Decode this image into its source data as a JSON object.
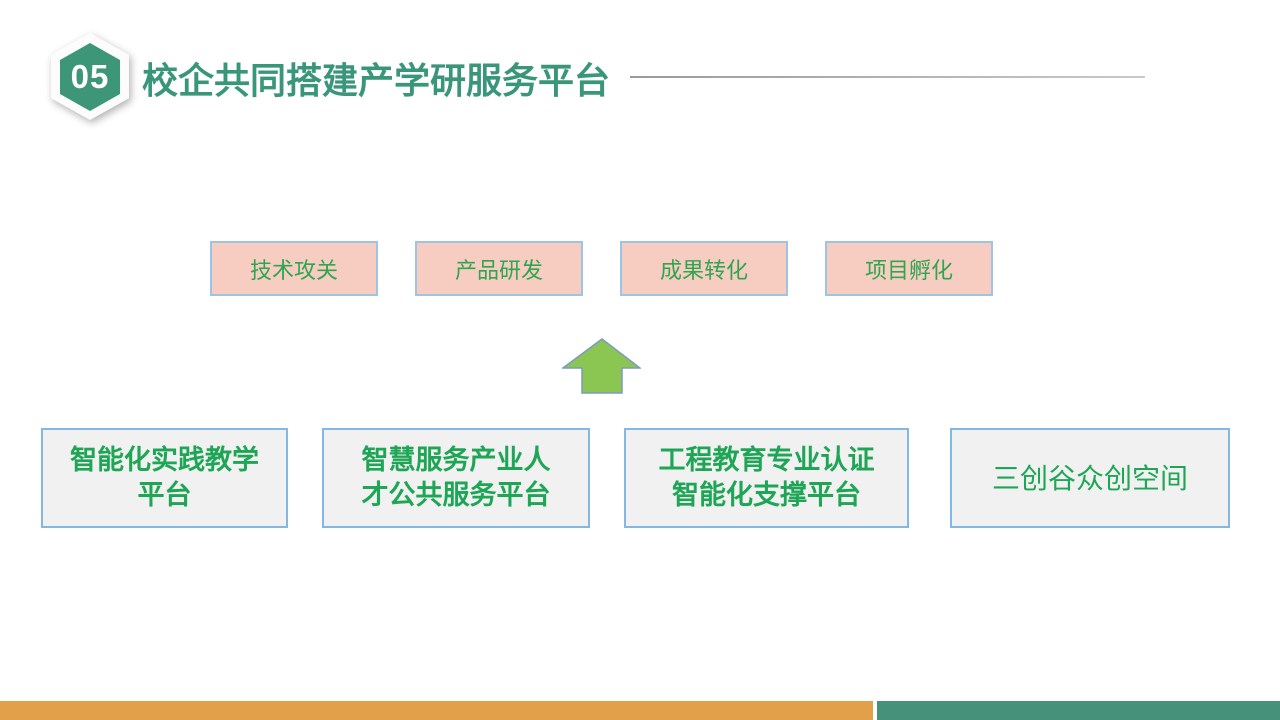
{
  "slide": {
    "badge": {
      "number": "05"
    },
    "header": {
      "title": "校企共同搭建产学研服务平台"
    },
    "functions": [
      {
        "label": "技术攻关"
      },
      {
        "label": "产品研发"
      },
      {
        "label": "成果转化"
      },
      {
        "label": "项目孵化"
      }
    ],
    "arrow_icon": "up-arrow",
    "platforms": [
      {
        "label": "智能化实践教学平台",
        "line1": "智能化实践教学",
        "line2": "平台"
      },
      {
        "label": "智慧服务产业人才公共服务平台",
        "line1": "智慧服务产业人",
        "line2": "才公共服务平台"
      },
      {
        "label": "工程教育专业认证智能化支撑平台",
        "line1": "工程教育专业认证",
        "line2": "智能化支撑平台"
      },
      {
        "label": "三创谷众创空间",
        "line1": "三创谷众创空间",
        "line2": ""
      }
    ],
    "colors": {
      "badge_green": "#3D9678",
      "title_green": "#3A9678",
      "function_box_fill": "#F8CDC1",
      "function_box_border": "#9DC3E6",
      "function_text_green": "#2FA552",
      "platform_box_fill": "#F1F1F1",
      "platform_box_border": "#82B8E3",
      "platform_text_green": "#1EA656",
      "arrow_fill": "#8CC652",
      "arrow_border": "#7B9CBF",
      "footer_orange": "#E2A04B",
      "footer_green": "#45917A",
      "divider_gray": "#ACACAC"
    }
  }
}
